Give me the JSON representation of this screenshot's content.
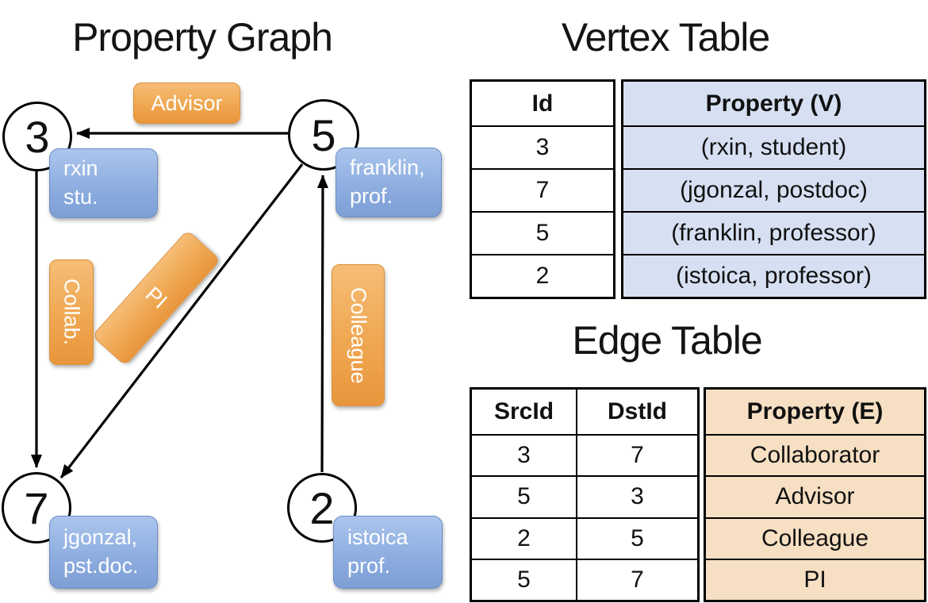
{
  "titles": {
    "graph": "Property Graph",
    "vertex": "Vertex Table",
    "edge": "Edge Table"
  },
  "graph": {
    "nodes": [
      {
        "id": "3",
        "prop_line1": "rxin",
        "prop_line2": "stu."
      },
      {
        "id": "5",
        "prop_line1": "franklin,",
        "prop_line2": "prof."
      },
      {
        "id": "7",
        "prop_line1": "jgonzal,",
        "prop_line2": "pst.doc."
      },
      {
        "id": "2",
        "prop_line1": "istoica",
        "prop_line2": "prof."
      }
    ],
    "edge_labels": {
      "advisor": "Advisor",
      "collab": "Collab.",
      "pi": "PI",
      "colleague": "Colleague"
    }
  },
  "vertex_table": {
    "headers": [
      "Id",
      "Property (V)"
    ],
    "rows": [
      [
        "3",
        "(rxin, student)"
      ],
      [
        "7",
        "(jgonzal, postdoc)"
      ],
      [
        "5",
        "(franklin, professor)"
      ],
      [
        "2",
        "(istoica, professor)"
      ]
    ]
  },
  "edge_table": {
    "headers": [
      "SrcId",
      "DstId",
      "Property (E)"
    ],
    "rows": [
      [
        "3",
        "7",
        "Collaborator"
      ],
      [
        "5",
        "3",
        "Advisor"
      ],
      [
        "2",
        "5",
        "Colleague"
      ],
      [
        "5",
        "7",
        "PI"
      ]
    ]
  },
  "colors": {
    "edge_label_fill_top": "#f6bd77",
    "edge_label_fill_bottom": "#e8963c",
    "vertex_label_fill_top": "#abc5ec",
    "vertex_label_fill_bottom": "#7e9fd4",
    "vertex_property_column_fill": "#d6e0f2",
    "edge_property_column_fill": "#f6dfc2",
    "node_fill": "#ffffff",
    "line_color": "#000000"
  }
}
